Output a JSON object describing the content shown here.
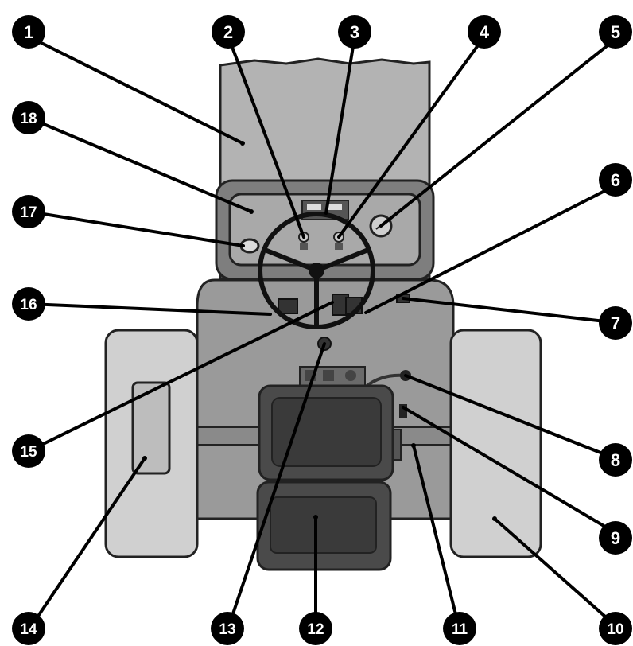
{
  "diagram": {
    "callouts": [
      {
        "id": "c1",
        "label": "1"
      },
      {
        "id": "c2",
        "label": "2"
      },
      {
        "id": "c3",
        "label": "3"
      },
      {
        "id": "c4",
        "label": "4"
      },
      {
        "id": "c5",
        "label": "5"
      },
      {
        "id": "c6",
        "label": "6"
      },
      {
        "id": "c7",
        "label": "7"
      },
      {
        "id": "c8",
        "label": "8"
      },
      {
        "id": "c9",
        "label": "9"
      },
      {
        "id": "c10",
        "label": "10"
      },
      {
        "id": "c11",
        "label": "11"
      },
      {
        "id": "c12",
        "label": "12"
      },
      {
        "id": "c13",
        "label": "13"
      },
      {
        "id": "c14",
        "label": "14"
      },
      {
        "id": "c15",
        "label": "15"
      },
      {
        "id": "c16",
        "label": "16"
      },
      {
        "id": "c17",
        "label": "17"
      },
      {
        "id": "c18",
        "label": "18"
      }
    ],
    "colors": {
      "body": "#9a9a9a",
      "hood": "#b3b3b3",
      "tire": "#d0d0d0",
      "dark": "#3e3e3e",
      "outline": "#222222",
      "callout": "#000000"
    }
  }
}
